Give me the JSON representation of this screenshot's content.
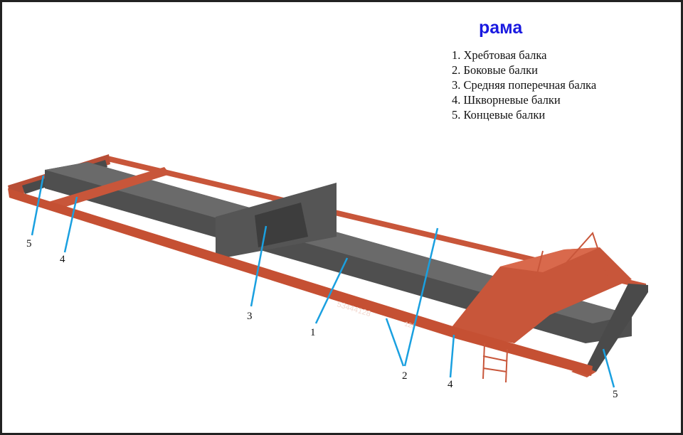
{
  "title": "рама",
  "legend": [
    "1. Хребтовая балка",
    "2. Боковые балки",
    "3. Средняя поперечная балка",
    "4. Шкворневые балки",
    "5. Концевые балки"
  ],
  "callouts": [
    "5",
    "4",
    "3",
    "1",
    "2",
    "4",
    "5"
  ],
  "beam_markings": {
    "number": "53444128",
    "code": "120"
  },
  "colors": {
    "frame": "#c8563a",
    "sill": "#4a4a4a",
    "callout": "#1aa0e0",
    "title": "#1a1ae0"
  }
}
